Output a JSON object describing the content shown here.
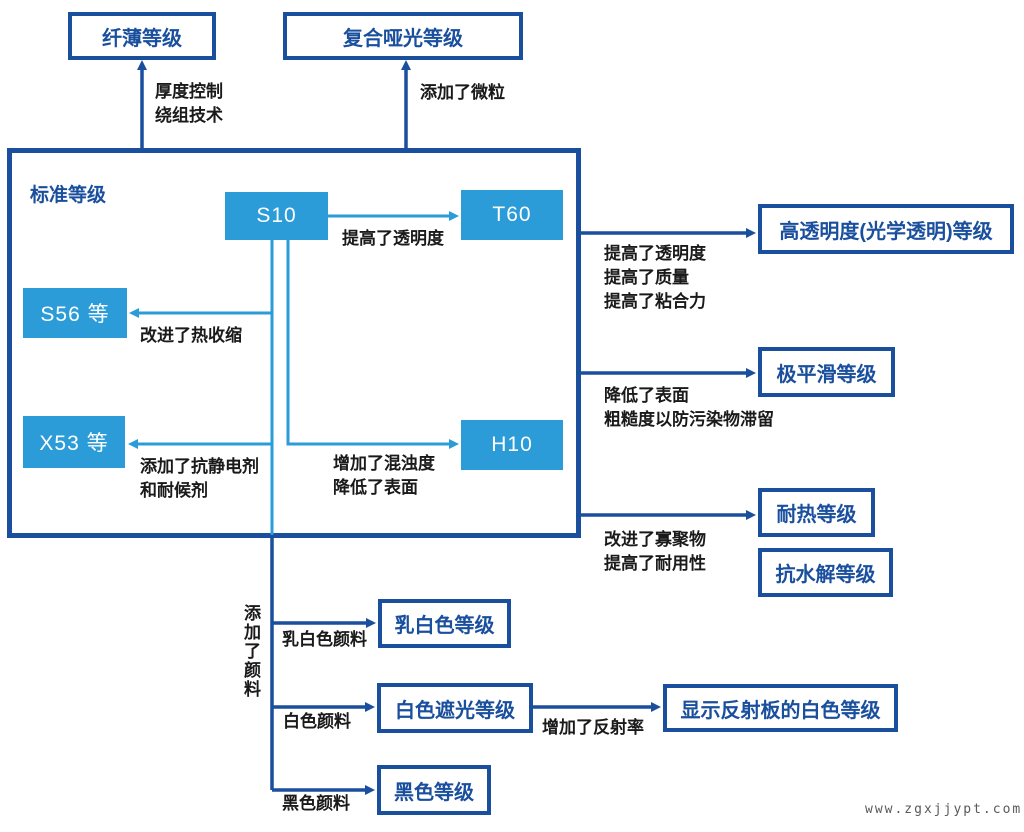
{
  "nodes": {
    "thin": "纤薄等级",
    "matte": "复合哑光等级",
    "standard": "标准等级",
    "s10": "S10",
    "t60": "T60",
    "s56": "S56 等",
    "x53": "X53 等",
    "h10": "H10",
    "high_transparency": "高透明度(光学透明)等级",
    "smooth": "极平滑等级",
    "heat": "耐热等级",
    "hydrolysis": "抗水解等级",
    "milky": "乳白色等级",
    "white_opaque": "白色遮光等级",
    "black": "黑色等级",
    "display_white": "显示反射板的白色等级"
  },
  "labels": {
    "thickness1": "厚度控制",
    "thickness2": "绕组技术",
    "particles": "添加了微粒",
    "transparency": "提高了透明度",
    "heat_shrink": "改进了热收缩",
    "antistatic1": "添加了抗静电剂",
    "antistatic2": "和耐候剂",
    "haze1": "增加了混浊度",
    "haze2": "降低了表面",
    "r1a": "提高了透明度",
    "r1b": "提高了质量",
    "r1c": "提高了粘合力",
    "r2a": "降低了表面",
    "r2b": "粗糙度以防污染物滞留",
    "r3a": "改进了寡聚物",
    "r3b": "提高了耐用性",
    "pigment_vertical": "添加了颜料",
    "milky_pigment": "乳白色颜料",
    "white_pigment": "白色颜料",
    "black_pigment": "黑色颜料",
    "reflectance": "增加了反射率"
  },
  "watermark": "www.zgxjjypt.com",
  "colors": {
    "navy": "#1A4F9D",
    "light_blue": "#2B9CD8",
    "label_text": "#1A1A1A",
    "watermark_gray": "#595959"
  }
}
